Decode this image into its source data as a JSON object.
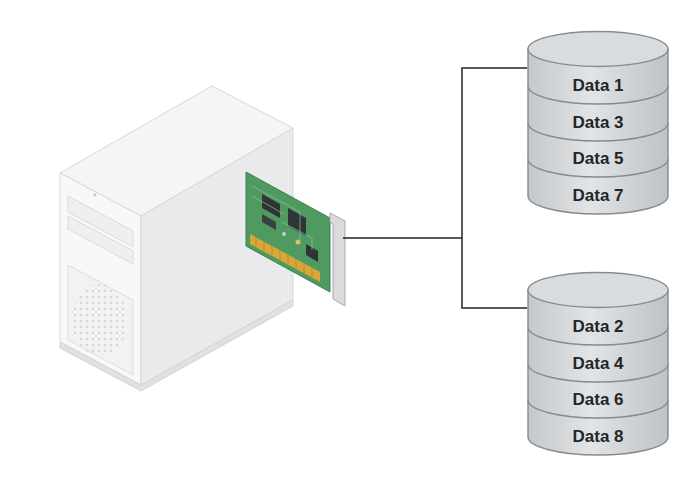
{
  "diagram": {
    "nodes": [
      {
        "text": [
          "Data 1",
          "Data 3",
          "Data 5",
          "Data 7"
        ]
      },
      {
        "text": [
          "Data 2",
          "Data 4",
          "Data 6",
          "Data 8"
        ]
      }
    ]
  }
}
